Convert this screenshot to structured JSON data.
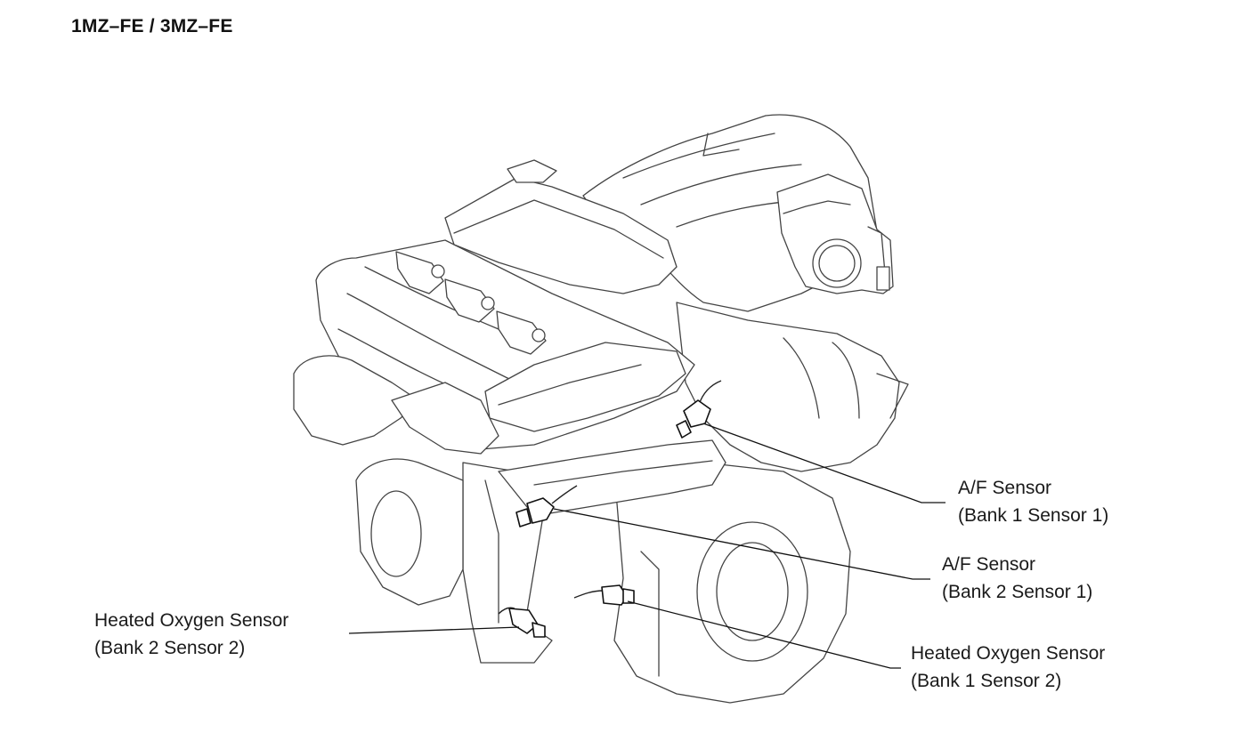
{
  "title": "1MZ–FE / 3MZ–FE",
  "callouts": {
    "af_bank1_sensor1": {
      "line1": "A/F Sensor",
      "line2": "(Bank 1 Sensor 1)"
    },
    "af_bank2_sensor1": {
      "line1": "A/F Sensor",
      "line2": "(Bank 2 Sensor 1)"
    },
    "ho2_bank2_sensor2": {
      "line1": "Heated Oxygen Sensor",
      "line2": "(Bank 2 Sensor 2)"
    },
    "ho2_bank1_sensor2": {
      "line1": "Heated Oxygen Sensor",
      "line2": "(Bank 1 Sensor 2)"
    }
  }
}
